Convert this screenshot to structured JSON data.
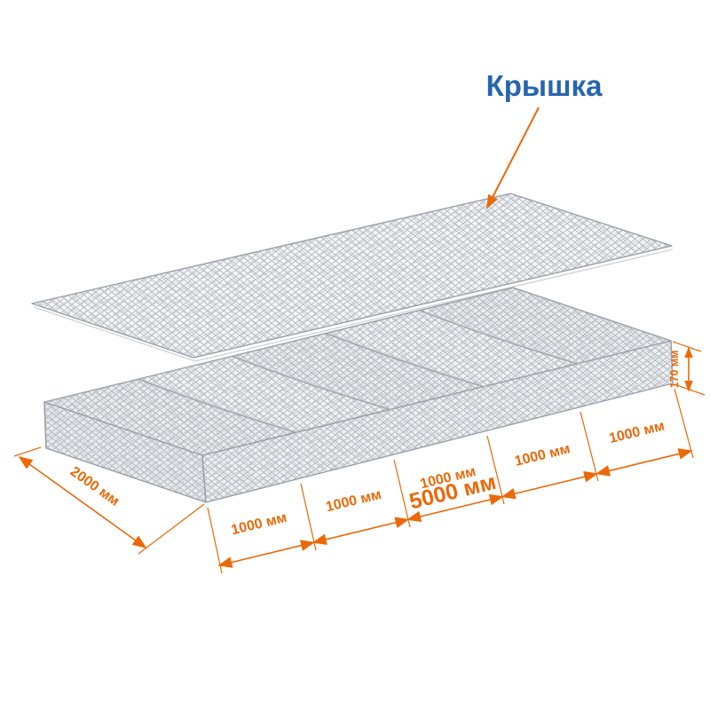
{
  "diagram": {
    "title_label": "Крышка",
    "colors": {
      "accent": "#EB6909",
      "label_blue": "#2765B0",
      "mesh_gray": "#B3B9BF"
    },
    "dimensions": {
      "segments": [
        "1000 мм",
        "1000 мм",
        "1000 мм",
        "1000 мм",
        "1000 мм"
      ],
      "total_length": "5000 мм",
      "width": "2000 мм",
      "height": "170 мм"
    }
  }
}
